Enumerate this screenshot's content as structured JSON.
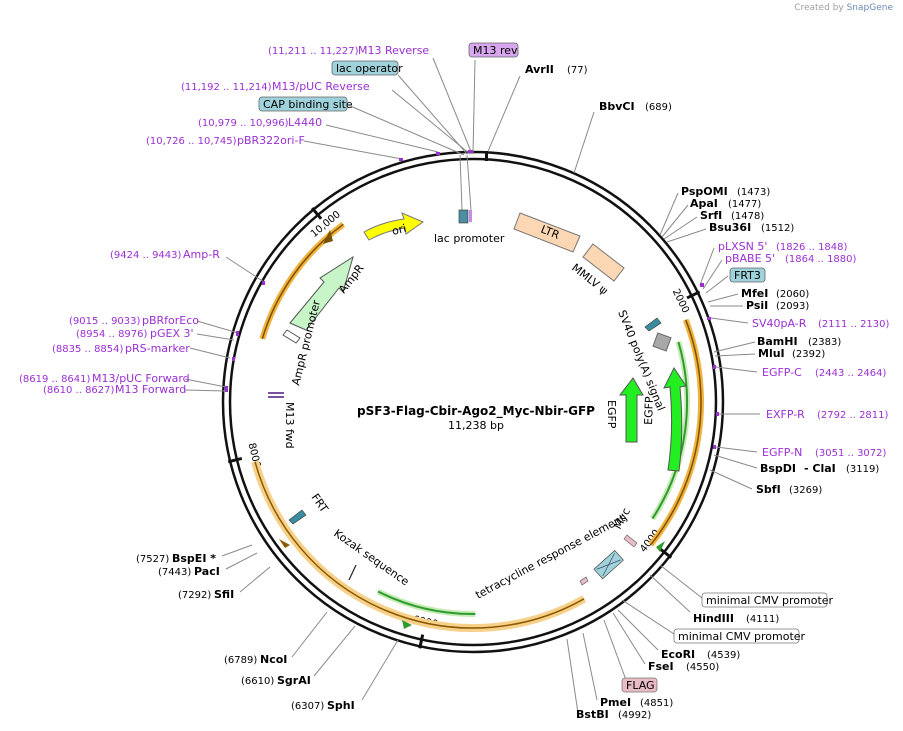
{
  "header": {
    "created_by": "Created by",
    "brand": "SnapGene"
  },
  "plasmid": {
    "name": "pSF3-Flag-Cbir-Ago2_Myc-Nbir-GFP",
    "size": "11,238 bp",
    "length": 11238
  },
  "ticks": [
    {
      "bp": 2000,
      "label": "2000"
    },
    {
      "bp": 4000,
      "label": "4000"
    },
    {
      "bp": 6000,
      "label": "6000"
    },
    {
      "bp": 8000,
      "label": "8000"
    },
    {
      "bp": 10000,
      "label": "10,000"
    }
  ],
  "enzymes_right": [
    {
      "name": "AvrII",
      "pos": "(77)",
      "bp": 77
    },
    {
      "name": "BbvCI",
      "pos": "(689)",
      "bp": 689
    },
    {
      "name": "PspOMI",
      "pos": "(1473)",
      "bp": 1473
    },
    {
      "name": "ApaI",
      "pos": "(1477)",
      "bp": 1477
    },
    {
      "name": "SrfI",
      "pos": "(1478)",
      "bp": 1478
    },
    {
      "name": "Bsu36I",
      "pos": "(1512)",
      "bp": 1512
    },
    {
      "name": "MfeI",
      "pos": "(2060)",
      "bp": 2060
    },
    {
      "name": "PsiI",
      "pos": "(2093)",
      "bp": 2093
    },
    {
      "name": "BamHI",
      "pos": "(2383)",
      "bp": 2383
    },
    {
      "name": "MluI",
      "pos": "(2392)",
      "bp": 2392
    },
    {
      "name": "BspDI",
      "pos": "",
      "bp": 3119
    },
    {
      "name": "- ClaI",
      "pos": "(3119)",
      "bp": 3119
    },
    {
      "name": "SbfI",
      "pos": "(3269)",
      "bp": 3269
    },
    {
      "name": "HindIII",
      "pos": "(4111)",
      "bp": 4111
    },
    {
      "name": "EcoRI",
      "pos": "(4539)",
      "bp": 4539
    },
    {
      "name": "FseI",
      "pos": "(4550)",
      "bp": 4550
    },
    {
      "name": "PmeI",
      "pos": "(4851)",
      "bp": 4851
    },
    {
      "name": "BstBI",
      "pos": "(4992)",
      "bp": 4992
    }
  ],
  "enzymes_left": [
    {
      "name": "SphI",
      "pos": "(6307)",
      "bp": 6307
    },
    {
      "name": "SgrAI",
      "pos": "(6610)",
      "bp": 6610
    },
    {
      "name": "NcoI",
      "pos": "(6789)",
      "bp": 6789
    },
    {
      "name": "SfiI",
      "pos": "(7292)",
      "bp": 7292
    },
    {
      "name": "PacI",
      "pos": "(7443)",
      "bp": 7443
    },
    {
      "name": "BspEI *",
      "pos": "(7527)",
      "bp": 7527
    }
  ],
  "primers_top": [
    {
      "name": "M13 Reverse",
      "range": "(11,211 .. 11,227)"
    },
    {
      "name": "M13/pUC Reverse",
      "range": "(11,192 .. 11,214)"
    },
    {
      "name": "L4440",
      "range": "(10,979 .. 10,996)"
    },
    {
      "name": "pBR322ori-F",
      "range": "(10,726 .. 10,745)"
    }
  ],
  "primers_left": [
    {
      "name": "Amp-R",
      "range": "(9424 .. 9443)"
    },
    {
      "name": "pBRforEco",
      "range": "(9015 .. 9033)"
    },
    {
      "name": "pGEX 3'",
      "range": "(8954 .. 8976)"
    },
    {
      "name": "pRS-marker",
      "range": "(8835 .. 8854)"
    },
    {
      "name": "M13/pUC Forward",
      "range": "(8619 .. 8641)"
    },
    {
      "name": "M13 Forward",
      "range": "(8610 .. 8627)"
    }
  ],
  "primers_right": [
    {
      "name": "pLXSN 5'",
      "range": "(1826 .. 1848)"
    },
    {
      "name": "pBABE 5'",
      "range": "(1864 .. 1880)"
    },
    {
      "name": "SV40pA-R",
      "range": "(2111 .. 2130)"
    },
    {
      "name": "EGFP-C",
      "range": "(2443 .. 2464)"
    },
    {
      "name": "EXFP-R",
      "range": "(2792 .. 2811)"
    },
    {
      "name": "EGFP-N",
      "range": "(3051 .. 3072)"
    }
  ],
  "boxed_labels": {
    "m13_rev": "M13 rev",
    "lac_operator": "lac operator",
    "cap_binding_site": "CAP binding site",
    "frt3": "FRT3",
    "min_cmv_1": "minimal CMV promoter",
    "min_cmv_2": "minimal CMV promoter",
    "flag": "FLAG"
  },
  "features": {
    "lac_promoter": "lac promoter",
    "ori": "ori",
    "ampr": "AmpR",
    "ampr_promoter": "AmpR promoter",
    "m13_fwd": "M13 fwd",
    "ltr": "LTR",
    "mmlv": "MMLV ψ",
    "sv40": "SV40 poly(A) signal",
    "egfp_1": "EGFP",
    "egfp_2": "EGFP",
    "myc": "Myc",
    "tre": "tetracycline response element",
    "kozak": "Kozak sequence",
    "frt": "FRT"
  },
  "colors": {
    "backbone": "#111111",
    "enzyme_line": "#777777",
    "primer": "#9a2fd2",
    "ori": "#ffff00",
    "ampr": "#c8f5c8",
    "ltr": "#fbd7b3",
    "egfp": "#22ee22",
    "orange_arc": "#f2b23e",
    "green_arc": "#2f9b2f",
    "teal_box": "#9fd2da",
    "m13rev_box": "#d7a6ee",
    "flag_box": "#e8bcc7"
  }
}
